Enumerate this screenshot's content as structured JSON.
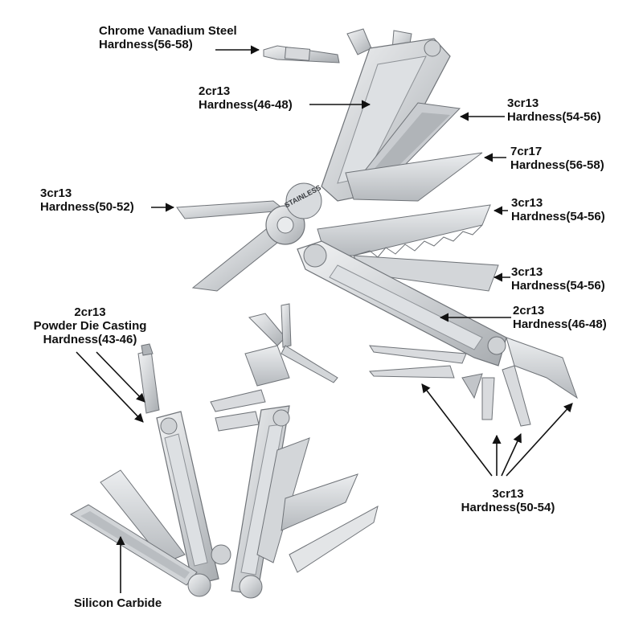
{
  "colors": {
    "background": "#ffffff",
    "text": "#111111",
    "steel_light": "#e6e7e9",
    "steel_mid": "#c4c7cb",
    "steel_dark": "#8d9196",
    "outline": "#6f7378",
    "arrow": "#111111"
  },
  "labels": {
    "bits": {
      "line1": "Chrome Vanadium Steel",
      "line2": "Hardness(56-58)"
    },
    "handle_top": {
      "line1": "2cr13",
      "line2": "Hardness(46-48)"
    },
    "file": {
      "line1": "3cr13",
      "line2": "Hardness(54-56)"
    },
    "knife": {
      "line1": "7cr17",
      "line2": "Hardness(56-58)"
    },
    "pliers": {
      "line1": "3cr13",
      "line2": "Hardness(50-52)"
    },
    "saw1": {
      "line1": "3cr13",
      "line2": "Hardness(54-56)"
    },
    "saw2": {
      "line1": "3cr13",
      "line2": "Hardness(54-56)"
    },
    "handle_bottom": {
      "line1": "2cr13",
      "line2": "Hardness(46-48)"
    },
    "driver": {
      "line1": "2cr13",
      "line2": "Powder Die Casting",
      "line3": "Hardness(43-46)"
    },
    "small_tools": {
      "line1": "3cr13",
      "line2": "Hardness(50-54)"
    },
    "abrasive": {
      "line1": "Silicon Carbide"
    }
  },
  "engraving": {
    "text": "STAINLESS"
  },
  "icons": [
    "multitool-image",
    "screwdriver-bit-icon",
    "arrow-icon"
  ]
}
